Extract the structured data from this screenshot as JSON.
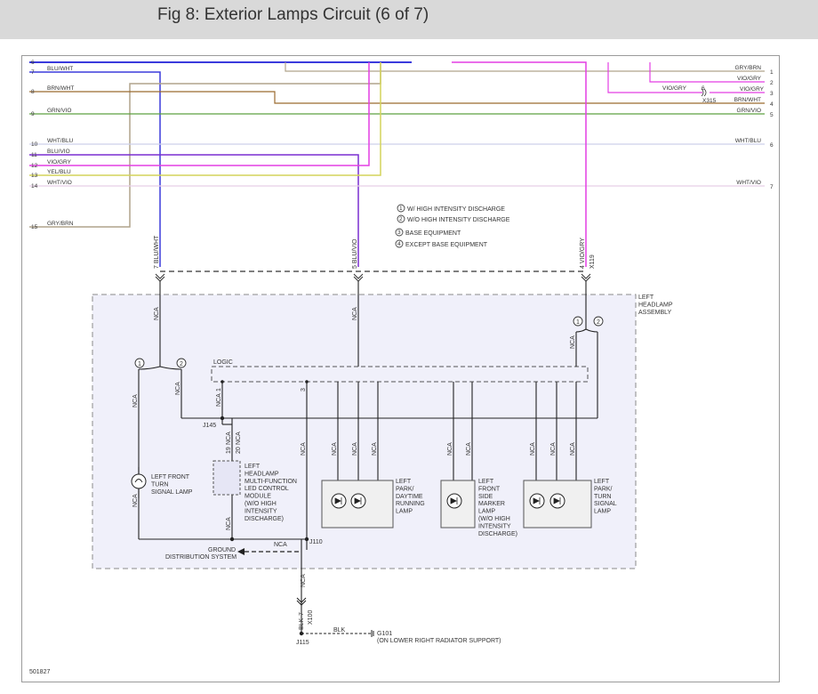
{
  "title": "Fig 8: Exterior Lamps Circuit (6 of 7)",
  "figure_id": "501827",
  "colors": {
    "blu_wht": "#3b3bdc",
    "blu_vio": "#7a2fd0",
    "vio_gry": "#e43fe4",
    "yel_blu": "#d4d45a",
    "gry_brn": "#b1a48c",
    "brn_wht": "#9b6a2f",
    "grn_vio": "#5ea040",
    "wht_blu": "#cdd0ea",
    "wht_vio": "#e8cfe8",
    "assembly_fill": "#f0f0fa"
  },
  "left_pins": [
    {
      "num": "6",
      "label": ""
    },
    {
      "num": "7",
      "label": "BLU/WHT"
    },
    {
      "num": "8",
      "label": "BRN/WHT"
    },
    {
      "num": "9",
      "label": "GRN/VIO"
    },
    {
      "num": "10",
      "label": "WHT/BLU"
    },
    {
      "num": "11",
      "label": "BLU/VIO"
    },
    {
      "num": "12",
      "label": "VIO/GRY"
    },
    {
      "num": "13",
      "label": "YEL/BLU"
    },
    {
      "num": "14",
      "label": "WHT/VIO"
    },
    {
      "num": "15",
      "label": "GRY/BRN"
    }
  ],
  "right_pins": [
    {
      "num": "1",
      "label": "GRY/BRN"
    },
    {
      "num": "2",
      "label": "VIO/GRY"
    },
    {
      "num": "3",
      "label": "VIO/GRY"
    },
    {
      "num": "4",
      "label": "BRN/WHT"
    },
    {
      "num": "5",
      "label": "GRN/VIO"
    },
    {
      "num": "6",
      "label": "WHT/BLU"
    },
    {
      "num": "7",
      "label": "WHT/VIO"
    }
  ],
  "x315": {
    "connector": "X315",
    "pin": "6",
    "wire": "VIO/GRY"
  },
  "legend": [
    {
      "num": "1",
      "text": "W/ HIGH INTENSITY DISCHARGE"
    },
    {
      "num": "2",
      "text": "W/O HIGH INTENSITY DISCHARGE"
    },
    {
      "num": "3",
      "text": "BASE EQUIPMENT"
    },
    {
      "num": "4",
      "text": "EXCEPT BASE EQUIPMENT"
    }
  ],
  "vertical_labels": {
    "c7": "7  BLU/WHT",
    "c5": "5  BLU/VIO",
    "c4": "4  VIO/GRY",
    "x119": "X119",
    "x100": "X100",
    "blk": "BLK",
    "n7": "7"
  },
  "nca": "NCA",
  "circles": {
    "one": "1",
    "two": "2"
  },
  "labels": {
    "assembly": [
      "LEFT",
      "HEADLAMP",
      "ASSEMBLY"
    ],
    "logic": "LOGIC",
    "j145": "J145",
    "j110": "J110",
    "j115": "J115",
    "pin1": "1",
    "pin3": "3",
    "pin19": "19",
    "pin20": "20",
    "ground_system": [
      "GROUND",
      "DISTRIBUTION SYSTEM"
    ],
    "blk_h": "BLK",
    "g101": [
      "G101",
      "(ON LOWER RIGHT RADIATOR SUPPORT)"
    ],
    "turn_lamp": [
      "LEFT FRONT",
      "TURN",
      "SIGNAL LAMP"
    ],
    "led_module": [
      "LEFT",
      "HEADLAMP",
      "MULTI-FUNCTION",
      "LED CONTROL",
      "MODULE",
      "(W/O HIGH",
      "INTENSITY",
      "DISCHARGE)"
    ],
    "park_drl": [
      "LEFT",
      "PARK/",
      "DAYTIME",
      "RUNNING",
      "LAMP"
    ],
    "side_marker": [
      "LEFT",
      "FRONT",
      "SIDE",
      "MARKER",
      "LAMP",
      "(W/O HIGH",
      "INTENSITY",
      "DISCHARGE)"
    ],
    "park_turn": [
      "LEFT",
      "PARK/",
      "TURN",
      "SIGNAL",
      "LAMP"
    ]
  }
}
